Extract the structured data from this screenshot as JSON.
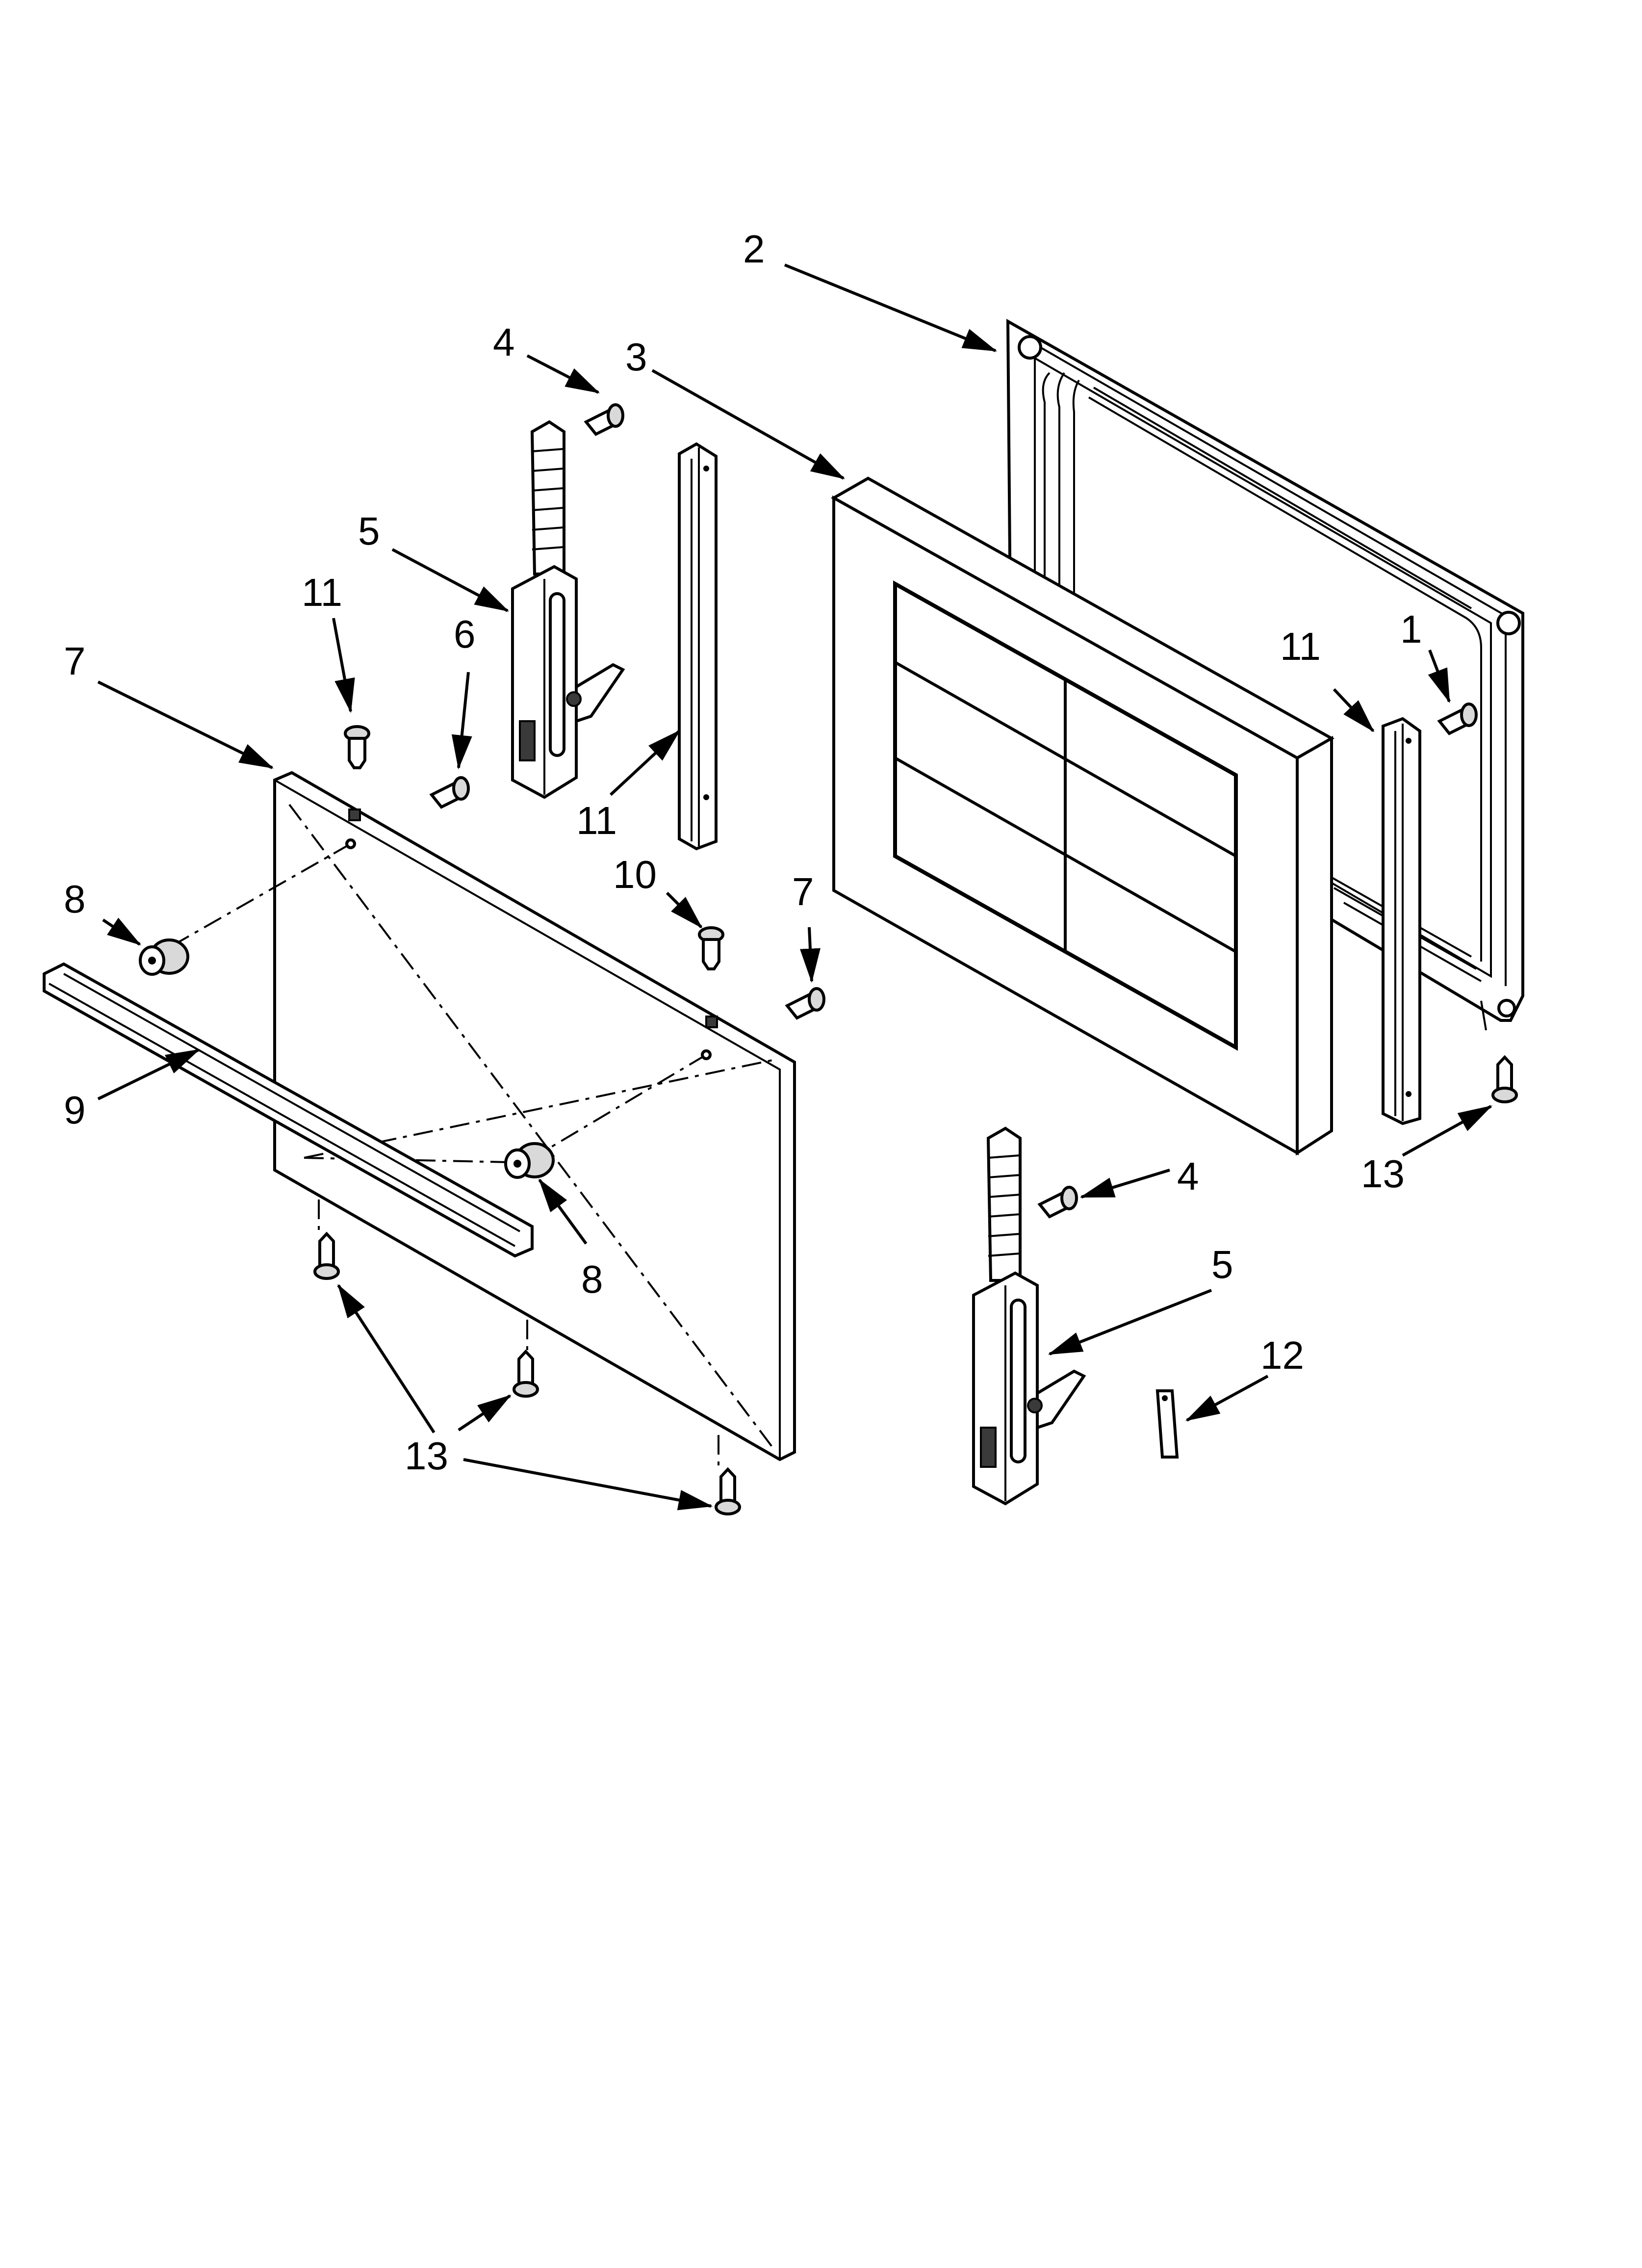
{
  "callouts": {
    "c1": "1",
    "c2": "2",
    "c3": "3",
    "c4a": "4",
    "c4b": "4",
    "c5a": "5",
    "c5b": "5",
    "c6": "6",
    "c7a": "7",
    "c7b": "7",
    "c8a": "8",
    "c8b": "8",
    "c9": "9",
    "c10": "10",
    "c11a": "11",
    "c11b": "11",
    "c11c": "11",
    "c12": "12",
    "c13a": "13",
    "c13b": "13"
  }
}
